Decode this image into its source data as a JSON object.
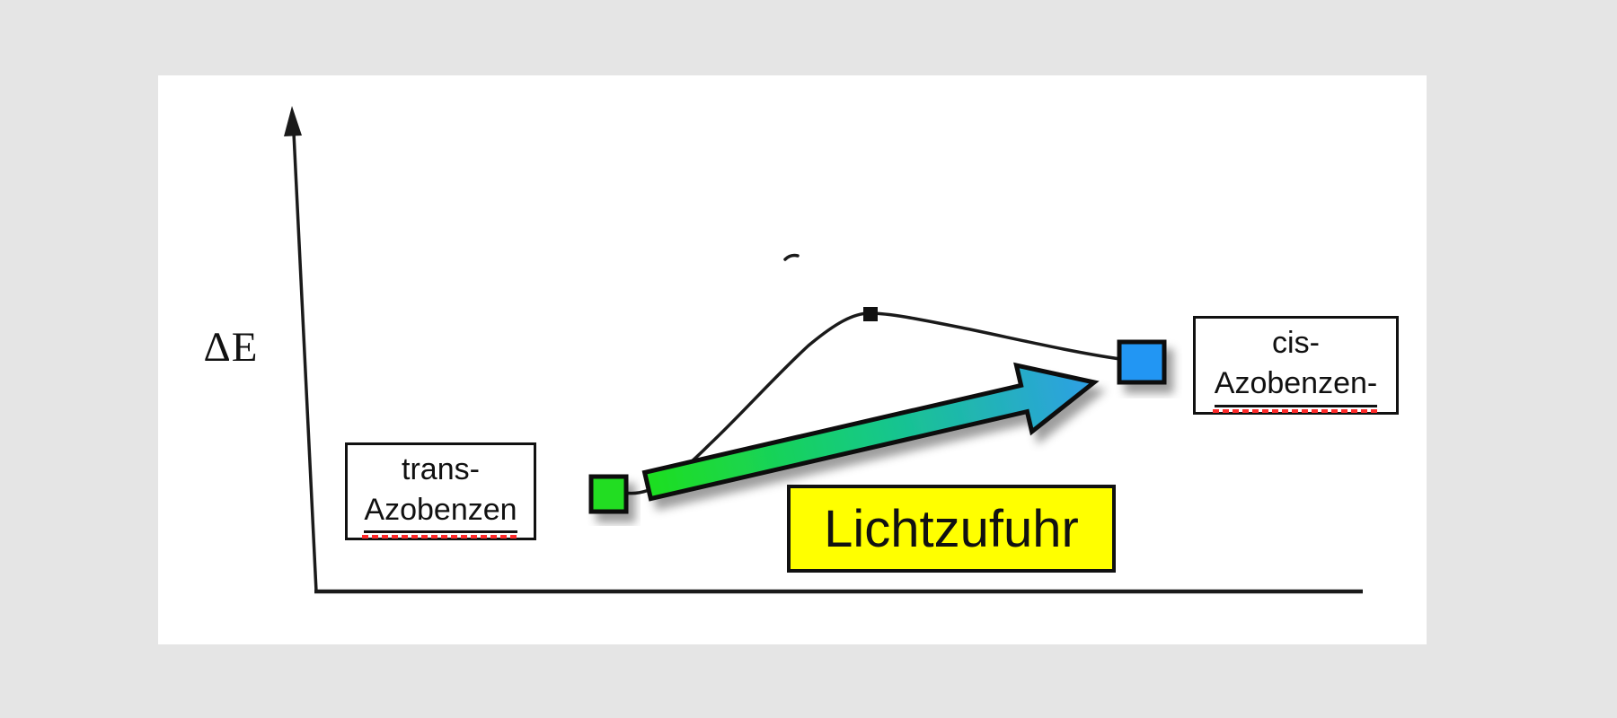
{
  "diagram": {
    "y_axis_label": "ΔE",
    "trans_label": {
      "line1": "trans-",
      "line2": "Azobenzen"
    },
    "cis_label": {
      "line1": "cis-",
      "line2": "Azobenzen-"
    },
    "caption": "Lichtzufuhr",
    "colors": {
      "page_background": "#e5e5e5",
      "panel_background": "#ffffff",
      "axis_and_curve": "#1a1a1a",
      "trans_marker_fill": "#21dd21",
      "cis_marker_fill": "#2196f3",
      "transition_marker_fill": "#111111",
      "arrow_gradient_start": "#1fdf1f",
      "arrow_gradient_mid": "#14c984",
      "arrow_gradient_end": "#2f9fe6",
      "arrow_outline": "#111111",
      "caption_background": "#ffff00",
      "label_underline": "#111111",
      "spellcheck_underline": "#ff2a2a"
    }
  }
}
